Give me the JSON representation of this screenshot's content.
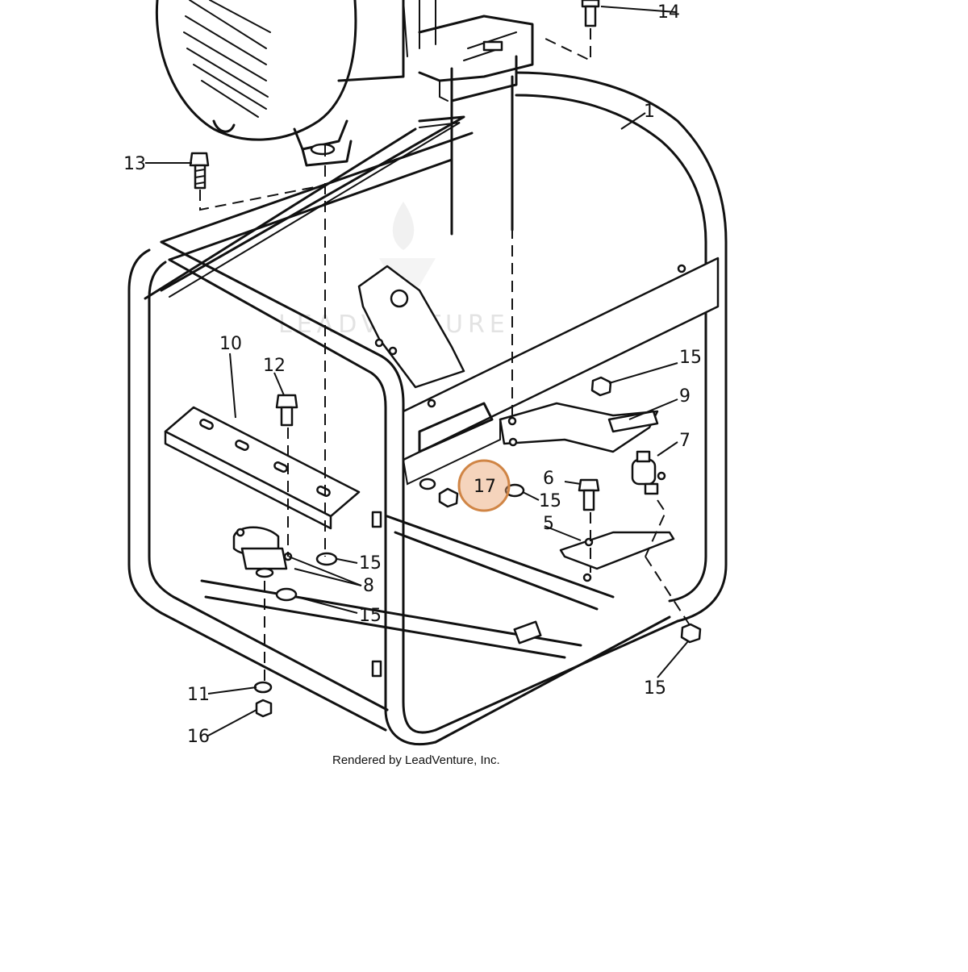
{
  "watermark": "LEADVENTURE",
  "credit": "Rendered by LeadVenture, Inc.",
  "highlight_color": "#e8a06a",
  "callouts": {
    "c1": "1",
    "c5": "5",
    "c6": "6",
    "c7": "7",
    "c8": "8",
    "c9": "9",
    "c10": "10",
    "c11": "11",
    "c12": "12",
    "c13": "13",
    "c14": "14",
    "c15a": "15",
    "c15b": "15",
    "c15c": "15",
    "c15d": "15",
    "c15e": "15",
    "c16": "16",
    "c17": "17"
  }
}
